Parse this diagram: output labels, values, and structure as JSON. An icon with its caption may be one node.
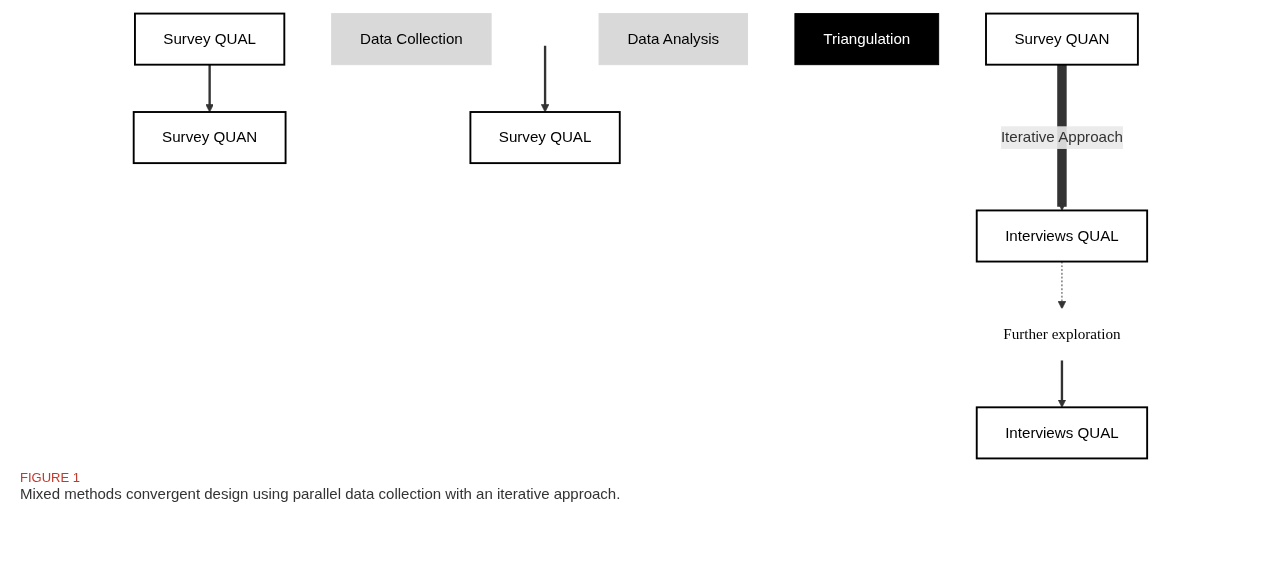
{
  "diagram": {
    "caption": "Mixed methods convergent design using parallel data collection with an iterative approach.",
    "nodes": [
      {
        "text": [
          "Survey QUAN"
        ]
      },
      {
        "text": [
          "Interviews QUAL"
        ]
      },
      {
        "text": [
          "Data Collection"
        ]
      },
      {
        "text": [
          "Survey QUAL"
        ]
      },
      {
        "text": [
          "Further exploration"
        ]
      },
      {
        "text": [
          "Survey QUAN"
        ]
      },
      {
        "text": [
          "Survey QUAL"
        ]
      },
      {
        "text": [
          "Interviews QUAL"
        ]
      },
      {
        "text": [
          "Data Analysis"
        ]
      },
      {
        "text": [
          "Triangulation"
        ]
      }
    ],
    "edges": [
      {
        "from": 0,
        "to": 1,
        "arrow": "to",
        "label": "Iterative Approach",
        "style": "thick"
      },
      {
        "from": 1,
        "to": 4,
        "arrow": "to",
        "style": "dashed"
      },
      {
        "from": 3,
        "to": 5,
        "arrow": "to"
      },
      {
        "from": null,
        "to": 6,
        "arrow": "to"
      },
      {
        "from": 4,
        "to": 7,
        "arrow": "to"
      }
    ],
    "labels": [
      "FIGURE 1"
    ]
  }
}
